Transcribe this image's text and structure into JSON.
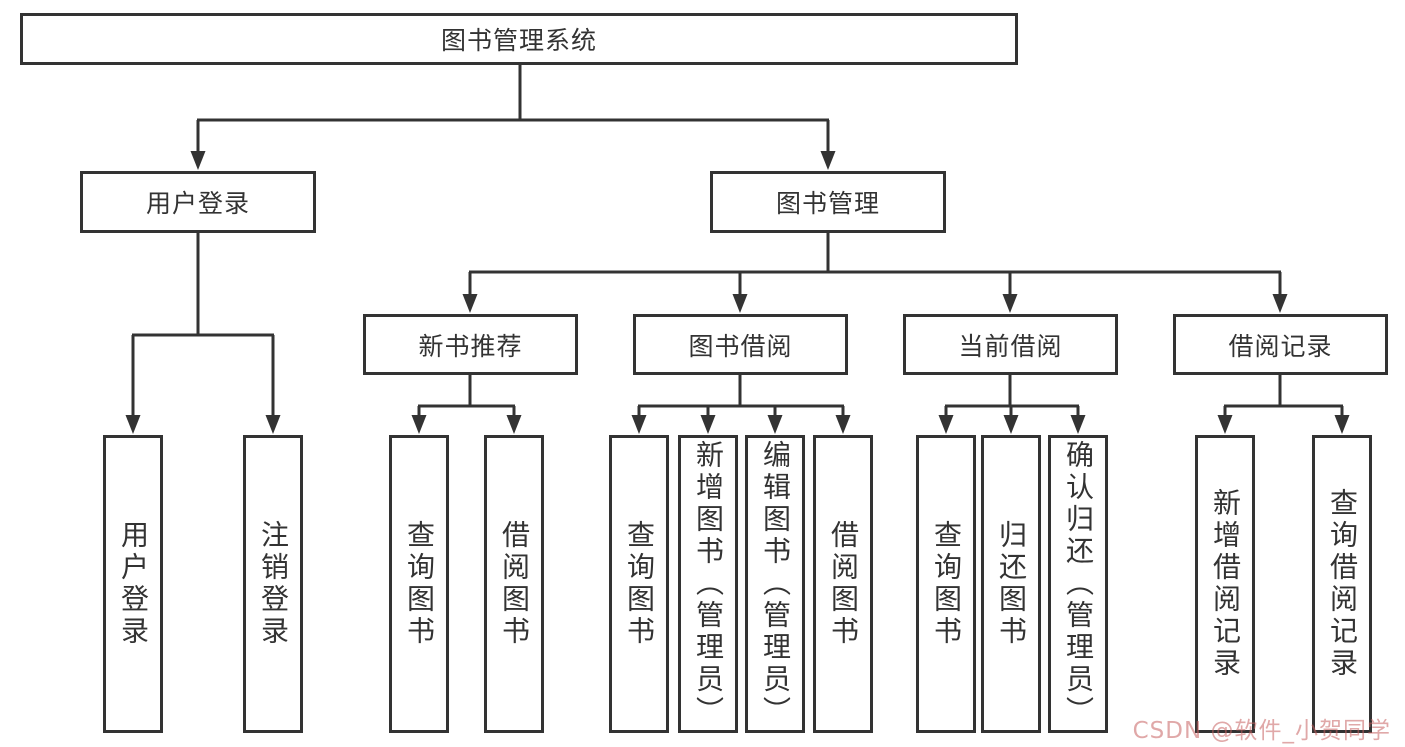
{
  "diagram": {
    "title": "图书管理系统",
    "branches": [
      {
        "label": "用户登录",
        "children": [
          {
            "label": "用户登录"
          },
          {
            "label": "注销登录"
          }
        ]
      },
      {
        "label": "图书管理",
        "children": [
          {
            "label": "新书推荐",
            "children": [
              {
                "label": "查询图书"
              },
              {
                "label": "借阅图书"
              }
            ]
          },
          {
            "label": "图书借阅",
            "children": [
              {
                "label": "查询图书"
              },
              {
                "label": "新增图书（管理员）"
              },
              {
                "label": "编辑图书（管理员）"
              },
              {
                "label": "借阅图书"
              }
            ]
          },
          {
            "label": "当前借阅",
            "children": [
              {
                "label": "查询图书"
              },
              {
                "label": "归还图书"
              },
              {
                "label": "确认归还（管理员）"
              }
            ]
          },
          {
            "label": "借阅记录",
            "children": [
              {
                "label": "新增借阅记录"
              },
              {
                "label": "查询借阅记录"
              }
            ]
          }
        ]
      }
    ]
  },
  "watermark": {
    "text": "CSDN @软件_小贺同学"
  },
  "colors": {
    "line": "#333333",
    "box_border": "#333333",
    "text": "#333333",
    "watermark": "#d79c9c",
    "background": "#ffffff"
  }
}
